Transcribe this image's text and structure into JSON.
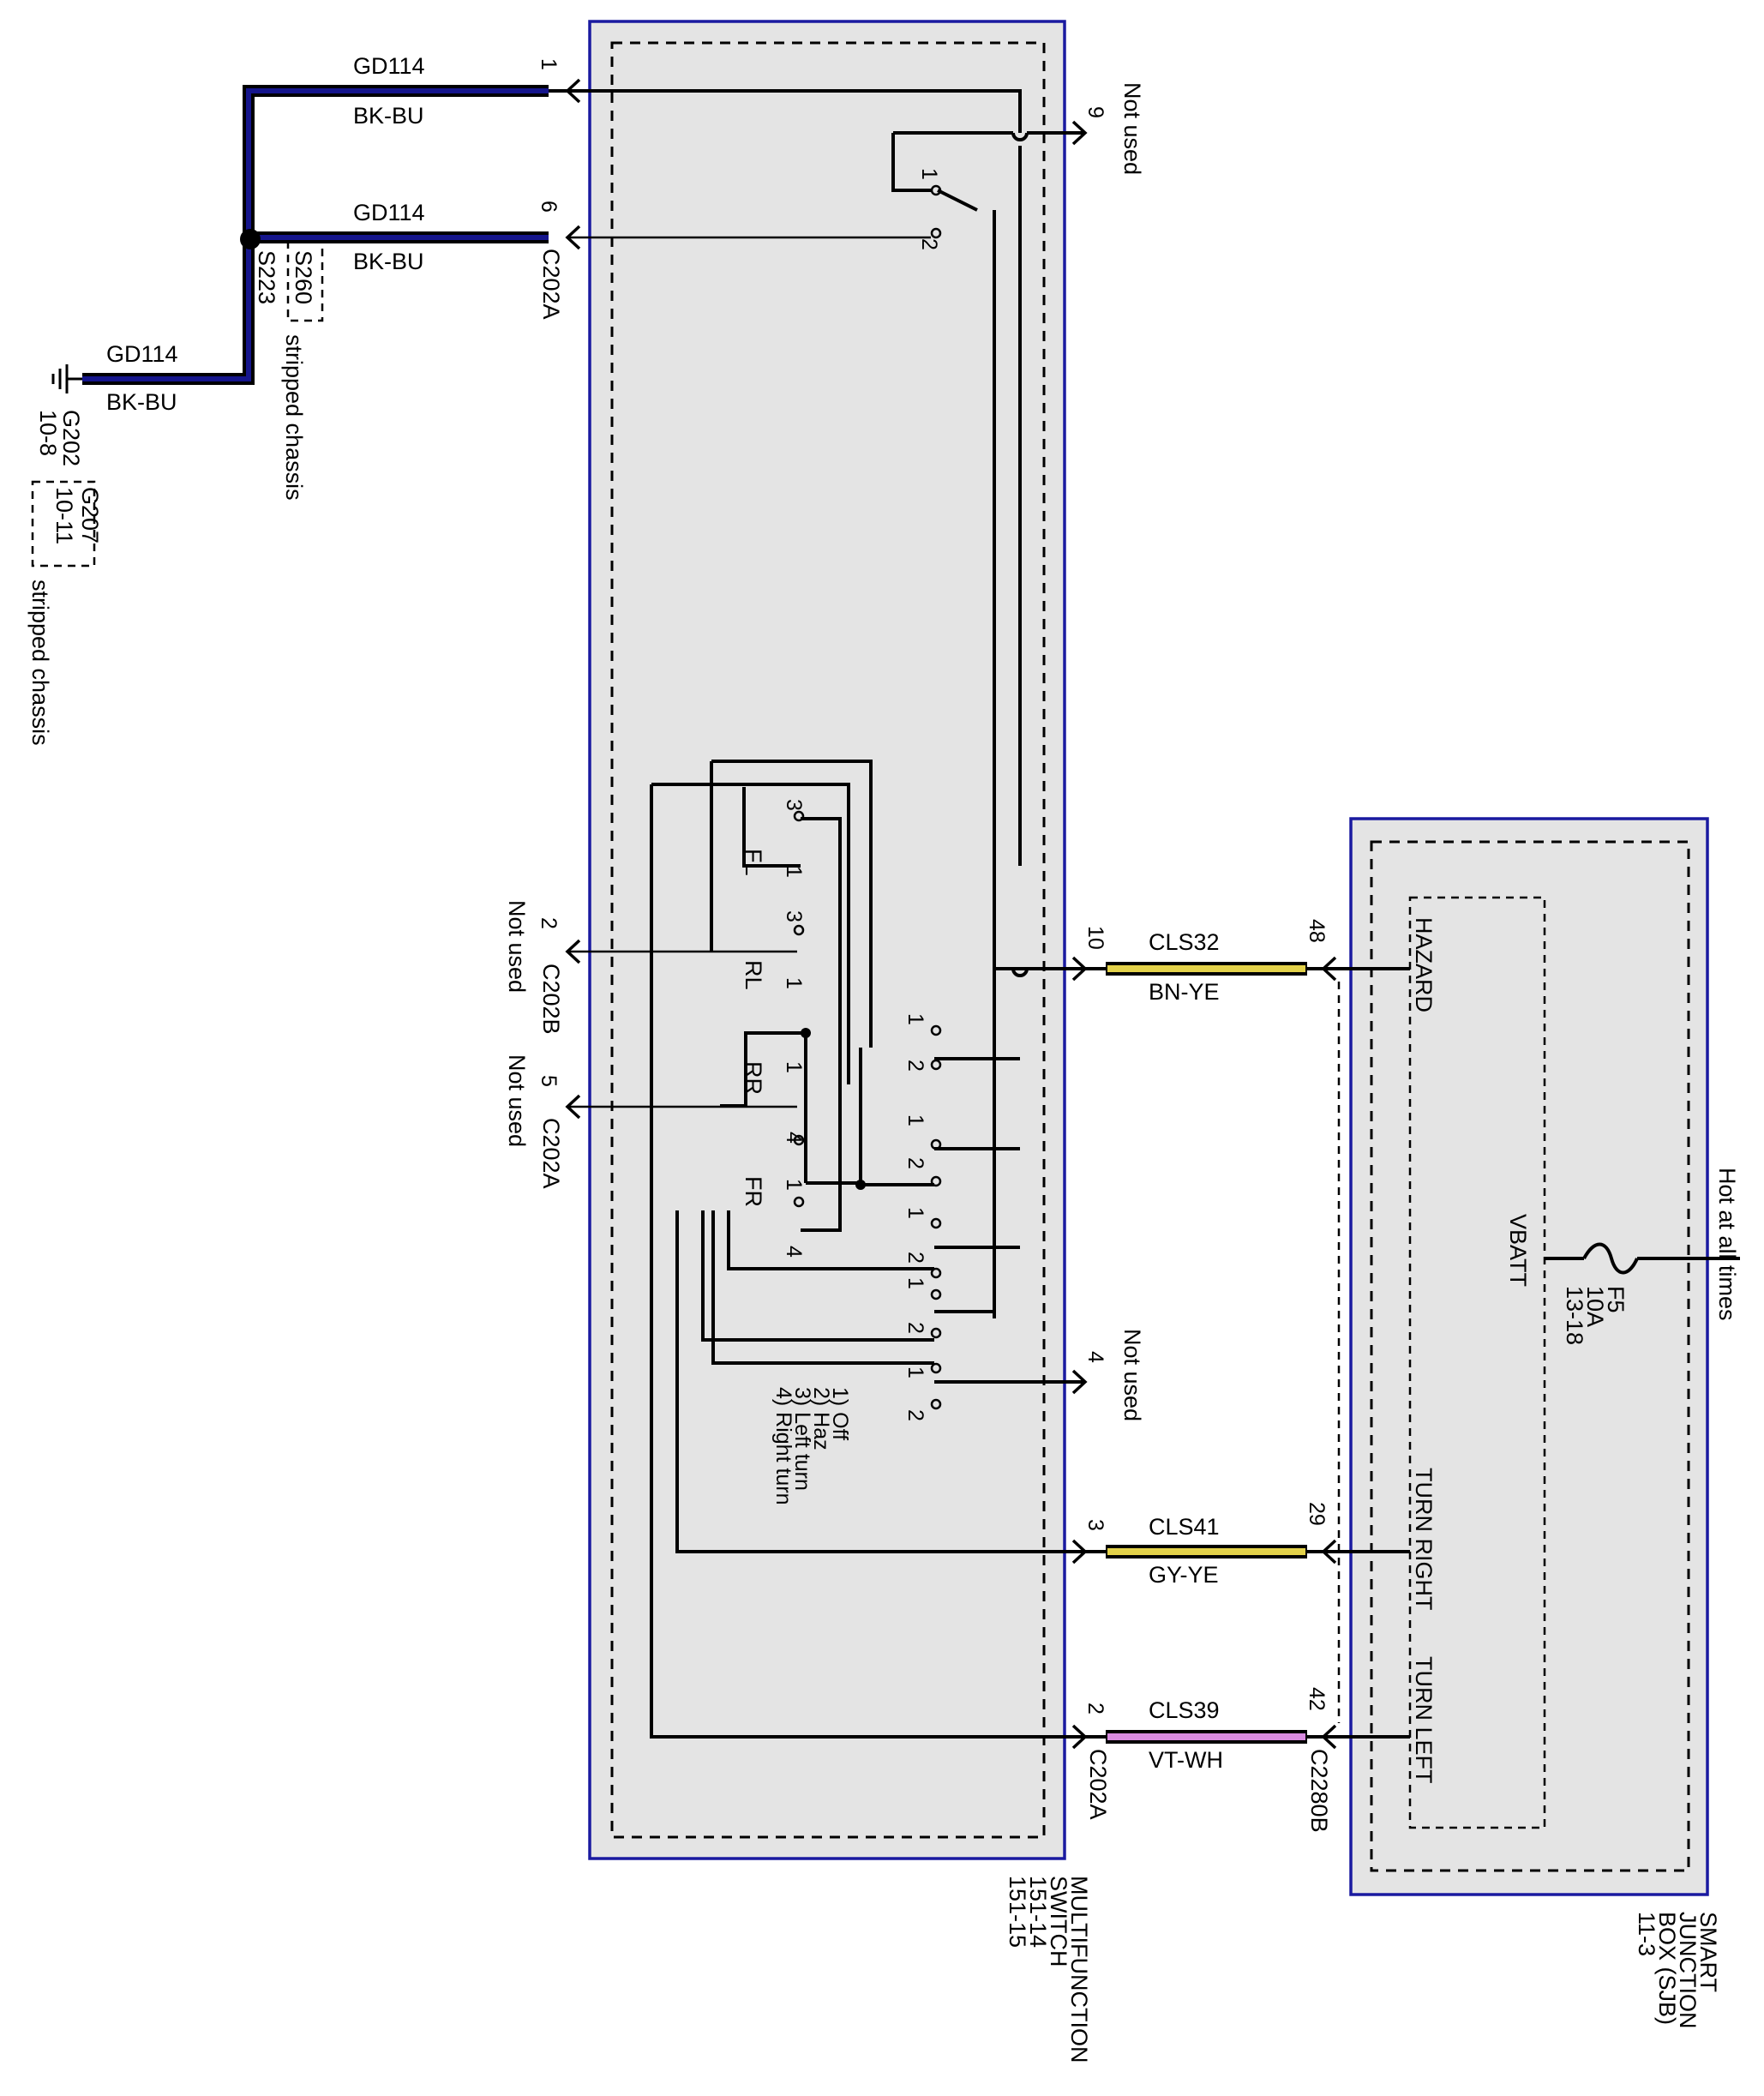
{
  "colors": {
    "component_fill": "#e4e4e4",
    "component_border": "#1a1aa0",
    "gd114_wire": "#15158c",
    "cls32_wire": "#e3d24a",
    "cls41_wire": "#e3d24a",
    "cls39_wire": "#d98be0"
  },
  "ground": {
    "circuit_a": "GD114",
    "color_a": "BK-BU",
    "circuit_b": "GD114",
    "color_b": "BK-BU",
    "circuit_c": "GD114",
    "color_c": "BK-BU",
    "splice_id": "S223",
    "splice_alt_id": "S260",
    "splice_note": "stripped chassis",
    "ground_id": "G202",
    "ground_page": "10-8",
    "ground_alt_id": "G207",
    "ground_alt_page": "10-11",
    "ground_note": "stripped chassis"
  },
  "multifunction_switch": {
    "name_line1": "MULTIFUNCTION",
    "name_line2": "SWITCH",
    "page_line1": "151-14",
    "page_line2": "151-15",
    "pin1": "1",
    "pin6": "6",
    "connector_top": "C202A",
    "pin2_left": "2",
    "connector_mid": "C202B",
    "pin5_left": "5",
    "connector_mid2": "C202A",
    "pin9": "9",
    "pin10": "10",
    "pin4": "4",
    "pin3": "3",
    "pin2": "2",
    "connector_bottom": "C202A",
    "not_used_left_a": "Not used",
    "not_used_left_b": "Not used",
    "not_used_right_a": "Not used",
    "not_used_right_b": "Not used",
    "pos_1": "1",
    "pos_2": "2",
    "pos_3": "3",
    "pos_4": "4",
    "lamp_fl": "FL",
    "lamp_rl": "RL",
    "lamp_rr": "RR",
    "lamp_fr": "FR",
    "legend": [
      "1) Off",
      "2) Haz",
      "3) Left turn",
      "4) Right turn"
    ]
  },
  "sjb": {
    "name_line1": "SMART",
    "name_line2": "JUNCTION",
    "name_line3": "BOX (SJB)",
    "page": "11-3",
    "hot_label": "Hot at all times",
    "fuse_id": "F5",
    "fuse_rating": "10A",
    "fuse_page": "13-18",
    "vbatt": "VBATT",
    "hazard": "HAZARD",
    "turn_right": "TURN RIGHT",
    "turn_left": "TURN LEFT",
    "pin48": "48",
    "pin29": "29",
    "pin42": "42",
    "connector": "C2280B"
  },
  "wires": {
    "cls32": "CLS32",
    "cls32_color": "BN-YE",
    "cls41": "CLS41",
    "cls41_color": "GY-YE",
    "cls39": "CLS39",
    "cls39_color": "VT-WH"
  }
}
